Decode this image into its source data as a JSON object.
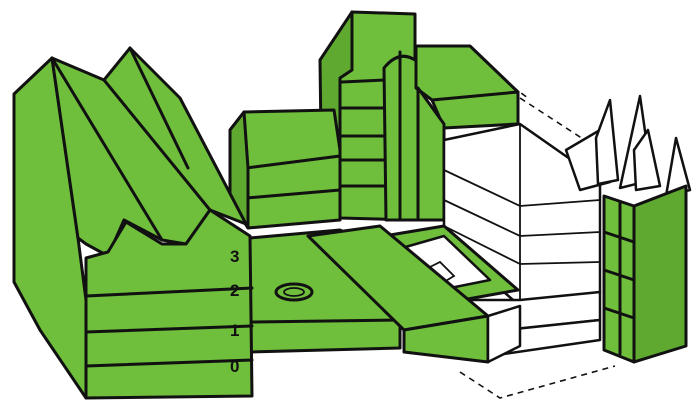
{
  "colors": {
    "building": "#6fbe3c",
    "outline": "#111111",
    "missing_wing": "#ffffff"
  },
  "floor_labels": [
    "3",
    "2",
    "1",
    "0"
  ]
}
